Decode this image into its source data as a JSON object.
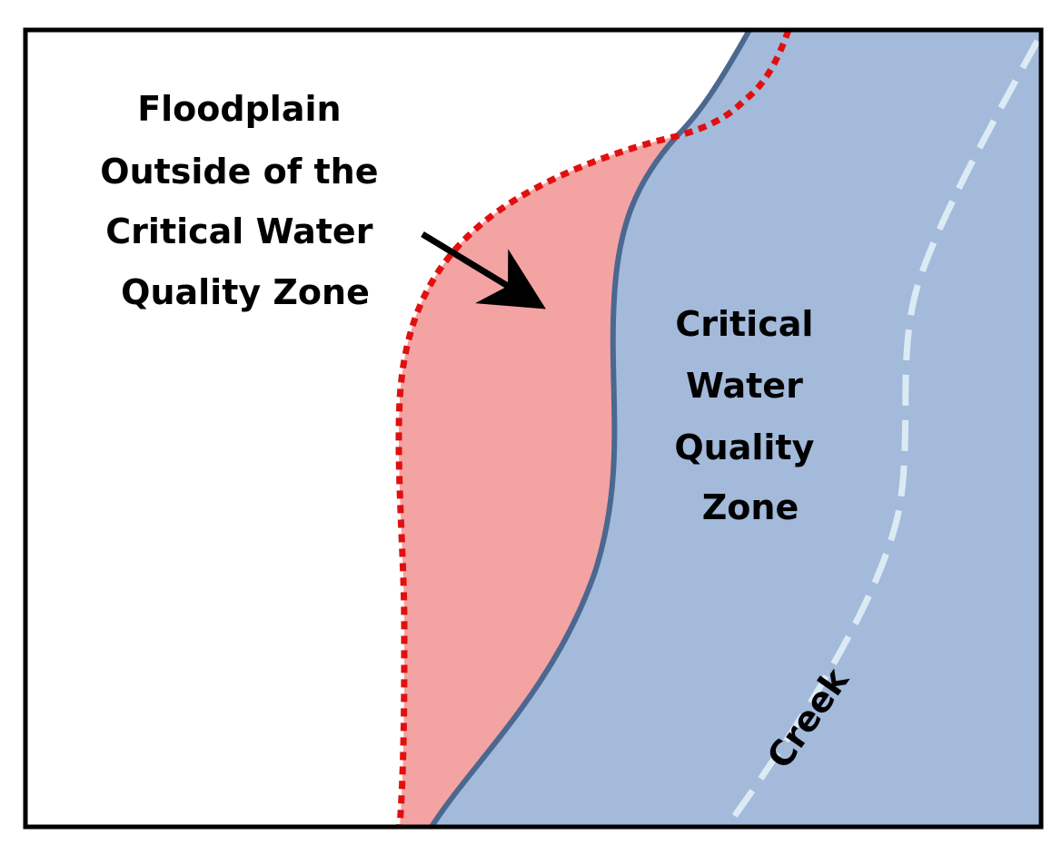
{
  "labels": {
    "floodplain": [
      "Floodplain",
      "Outside of the",
      "Critical Water",
      "Quality Zone"
    ],
    "critical_zone": [
      "Critical",
      "Water",
      "Quality",
      "Zone"
    ],
    "creek": "Creek"
  },
  "colors": {
    "floodplain_fill": "#F4A3A3",
    "floodplain_boundary": "#E01010",
    "critical_zone_fill": "#A3BADB",
    "critical_zone_boundary": "#4A6890",
    "creek_line": "#DCEBF3",
    "frame": "#000000",
    "text": "#000000"
  }
}
